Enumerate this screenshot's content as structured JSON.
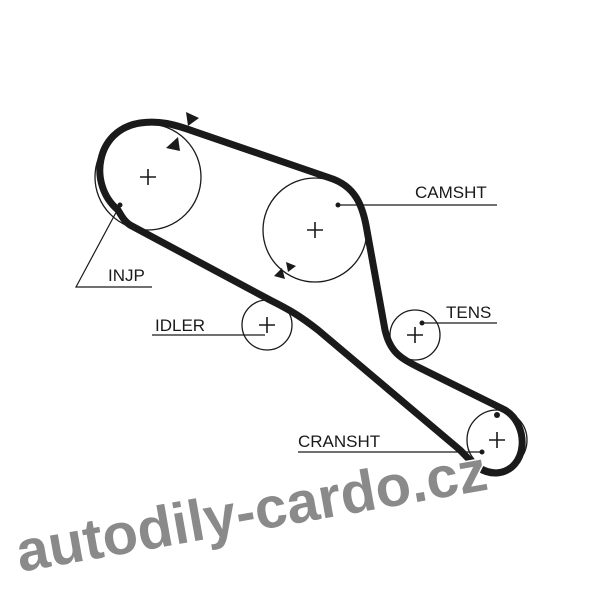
{
  "diagram": {
    "labels": {
      "injp": "INJP",
      "camsht": "CAMSHT",
      "idler": "IDLER",
      "tens": "TENS",
      "cransht": "CRANSHT"
    },
    "watermark": "autodily-cardo.cz",
    "colors": {
      "belt": "#1a1a1a",
      "watermark": "#8a8a8a"
    }
  }
}
